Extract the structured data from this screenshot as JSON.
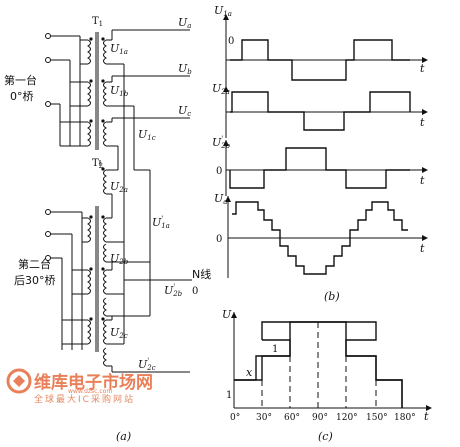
{
  "diagram": {
    "a": {
      "caption": "(a)",
      "transformer1": "T",
      "transformer1_sub": "1",
      "transformer2": "T",
      "transformer2_sub": "2",
      "out_a": "U",
      "out_a_sub": "a",
      "out_b": "U",
      "out_b_sub": "b",
      "out_c": "U",
      "out_c_sub": "c",
      "u1a": "U",
      "u1a_sub": "1a",
      "u1b": "U",
      "u1b_sub": "1b",
      "u1c": "U",
      "u1c_sub": "1c",
      "u2a": "U",
      "u2a_sub": "2a",
      "u2b": "U",
      "u2b_sub": "2b",
      "u2c": "U",
      "u2c_sub": "2c",
      "u1a_prime": "U",
      "u1a_prime_sub": "1a",
      "u1a_prime_mark": "'",
      "u2b_prime": "U",
      "u2b_prime_sub": "2b",
      "u2b_prime_mark": "'",
      "u2c_prime": "U",
      "u2c_prime_sub": "2c",
      "u2c_prime_mark": "'",
      "bridge1_line1": "第一台",
      "bridge1_line2": "0°桥",
      "bridge2_line1": "第二台",
      "bridge2_line2": "后30°桥",
      "n_line": "N线",
      "zero": "0"
    },
    "b": {
      "caption": "(b)",
      "plots": [
        {
          "label": "U",
          "sub": "1a",
          "mark": "",
          "zero": "0",
          "t": "t"
        },
        {
          "label": "U",
          "sub": "2a",
          "mark": "",
          "zero": "",
          "t": "t"
        },
        {
          "label": "U",
          "sub": "2b",
          "mark": "'",
          "zero": "0",
          "t": "t"
        },
        {
          "label": "U",
          "sub": "a",
          "mark": "",
          "zero": "0",
          "t": "t"
        }
      ]
    },
    "c": {
      "caption": "(c)",
      "ylabel": "U",
      "xlabel": "t",
      "level_1": "1",
      "level_x": "x",
      "level_1_left": "1",
      "ticks": [
        "0°",
        "30°",
        "60°",
        "90°",
        "120°",
        "150°",
        "180°"
      ]
    }
  },
  "watermark": {
    "main": "维库电子市场网",
    "url": "www.dzsc.com",
    "tagline": "全球最大IC采购网站"
  }
}
